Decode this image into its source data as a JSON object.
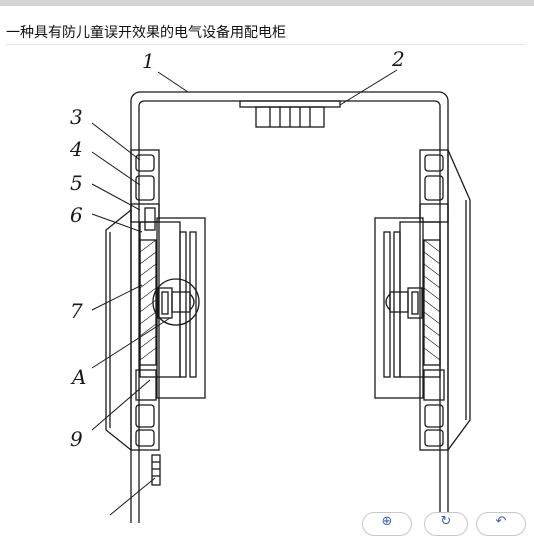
{
  "page": {
    "title": "一种具有防儿童误开效果的电气设备用配电柜"
  },
  "figure": {
    "labels": {
      "l1": "1",
      "l2": "2",
      "l3": "3",
      "l4": "4",
      "l5": "5",
      "l6": "6",
      "l7": "7",
      "lA": "A",
      "l9": "9"
    }
  },
  "controls": [
    {
      "name": "zoom-in-icon",
      "glyph": "⊕"
    },
    {
      "name": "rotate-icon",
      "glyph": "↻"
    },
    {
      "name": "undo-icon",
      "glyph": "↶"
    }
  ]
}
